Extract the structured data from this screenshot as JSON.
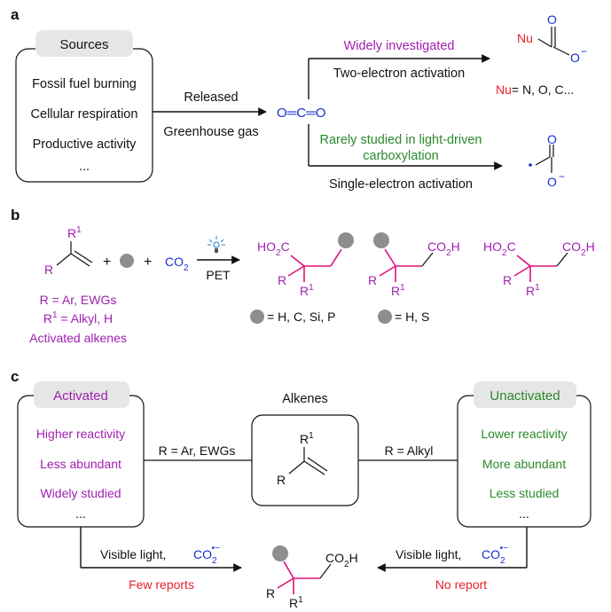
{
  "panel_a": {
    "label": "a",
    "sources_title": "Sources",
    "sources": [
      "Fossil fuel burning",
      "Cellular respiration",
      "Productive activity",
      "..."
    ],
    "arrow_top": "Released",
    "arrow_bottom": "Greenhouse gas",
    "co2": "O═C═O",
    "upper_path_top": "Widely investigated",
    "upper_path_bottom": "Two-electron activation",
    "nu": "Nu",
    "o_dbl": "O",
    "o_minus": "O",
    "neg_sign": "−",
    "nu_def_nu": "Nu",
    "nu_def_rest": "= N, O, C...",
    "lower_path_top1": "Rarely studied in light-driven",
    "lower_path_top2": "carboxylation",
    "lower_path_bottom": "Single-electron activation",
    "radical_o1": "O",
    "radical_o2": "O",
    "radical_neg": "−"
  },
  "panel_b": {
    "label": "b",
    "r1": "R",
    "r1_sup": "1",
    "r": "R",
    "plus1": "+",
    "plus2": "+",
    "co2": "CO",
    "co2_sub": "2",
    "pet": "PET",
    "cond_r": "R = Ar, EWGs",
    "cond_r1_a": "R",
    "cond_r1_sup": "1",
    "cond_r1_b": " = Alkyl, H",
    "cond_activated": "Activated alkenes",
    "p1_acid": "HO",
    "p1_acid_sub": "2",
    "p1_acid_c": "C",
    "p1_r": "R",
    "p1_r1": "R",
    "p1_r1_sup": "1",
    "p2_acid": "CO",
    "p2_acid_sub": "2",
    "p2_acid_h": "H",
    "p2_r": "R",
    "p2_r1": "R",
    "p2_r1_sup": "1",
    "p3_acid_l": "HO",
    "p3_acid_l_sub": "2",
    "p3_acid_l_c": "C",
    "p3_acid_r": "CO",
    "p3_acid_r_sub": "2",
    "p3_acid_r_h": "H",
    "p3_r": "R",
    "p3_r1": "R",
    "p3_r1_sup": "1",
    "legend1": "= H, C, Si, P",
    "legend2": "= H, S"
  },
  "panel_c": {
    "label": "c",
    "activated_title": "Activated",
    "activated_items": [
      "Higher reactivity",
      "Less abundant",
      "Widely studied",
      "..."
    ],
    "unactivated_title": "Unactivated",
    "unactivated_items": [
      "Lower reactivity",
      "More abundant",
      "Less studied",
      "..."
    ],
    "alkenes_title": "Alkenes",
    "link_left": "R = Ar, EWGs",
    "link_right": "R = Alkyl",
    "center_r1": "R",
    "center_r1_sup": "1",
    "center_r": "R",
    "left_arrow_label": "Visible light,",
    "right_arrow_label": "Visible light,",
    "co2_radical": "CO",
    "co2_radical_sub": "2",
    "co2_radical_charge": "•−",
    "few_reports": "Few reports",
    "no_report": "No report",
    "prod_acid": "CO",
    "prod_acid_sub": "2",
    "prod_acid_h": "H",
    "prod_r": "R",
    "prod_r1": "R",
    "prod_r1_sup": "1"
  },
  "colors": {
    "purple": "#a020b0",
    "green": "#2a8a2a",
    "red": "#e8202a",
    "blue": "#1a2fd0",
    "magenta_bond": "#e0107a",
    "gray_ball": "#8e8e8e"
  }
}
